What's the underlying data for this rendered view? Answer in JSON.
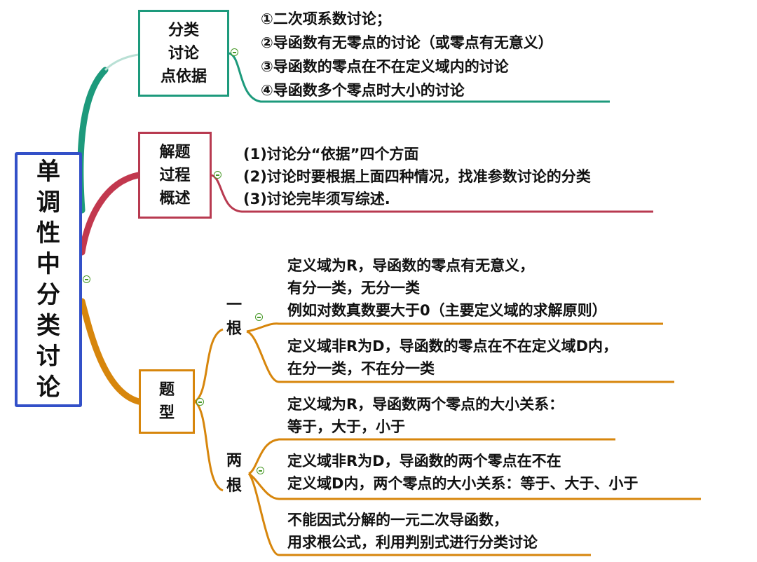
{
  "root": {
    "title": "单调性中分类讨论",
    "chars": [
      "单",
      "调",
      "性",
      "中",
      "分",
      "类",
      "讨",
      "论"
    ]
  },
  "branches": [
    {
      "label_lines": [
        "分类",
        "讨论",
        "点依据"
      ],
      "items": [
        "①二次项系数讨论；",
        "②导函数有无零点的讨论（或零点有无意义）",
        "③导函数的零点在不在定义域内的讨论",
        "④导函数多个零点时大小的讨论"
      ]
    },
    {
      "label_lines": [
        "解题",
        "过程",
        "概述"
      ],
      "items": [
        "(1)讨论分“依据”四个方面",
        "(2)讨论时要根据上面四种情况，找准参数讨论的分类",
        "(3)讨论完毕须写综述."
      ]
    },
    {
      "label_chars": [
        "题",
        "型"
      ],
      "sub": [
        {
          "label_chars": [
            "一",
            "根"
          ],
          "items": [
            [
              "定义域为R，导函数的零点有无意义，",
              "有分一类，无分一类",
              "例如对数真数要大于0（主要定义域的求解原则）"
            ],
            [
              "定义域非R为D，导函数的零点在不在定义域D内，",
              "在分一类，不在分一类"
            ]
          ]
        },
        {
          "label_chars": [
            "两",
            "根"
          ],
          "items": [
            [
              "定义域为R，导函数两个零点的大小关系：",
              "等于，大于，小于"
            ],
            [
              "定义域非R为D，导函数的两个零点在不在",
              "定义域D内，两个零点的大小关系：等于、大于、小于"
            ],
            [
              "不能因式分解的一元二次导函数，",
              "用求根公式，利用判别式进行分类讨论"
            ]
          ]
        }
      ]
    }
  ],
  "colors": {
    "root": "#3350c8",
    "branch1": "#1d9a7c",
    "branch2": "#b83a50",
    "branch3": "#d7860c"
  }
}
